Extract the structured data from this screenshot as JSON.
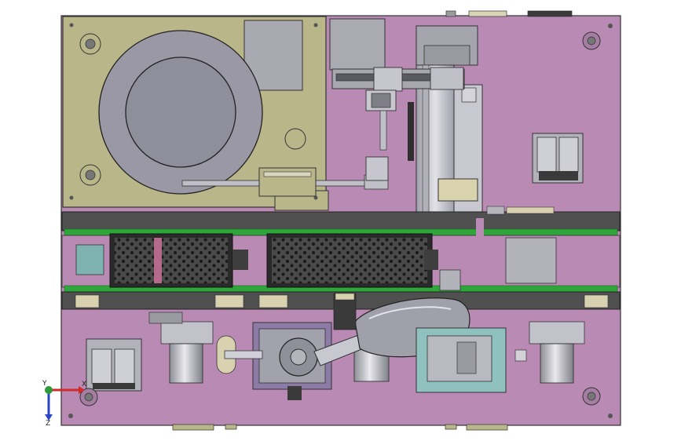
{
  "colors": {
    "background": "#ffffff",
    "plate": "#b98bb4",
    "plate_dark": "#9a6f98",
    "bowl_plate": "#b9b68a",
    "rail": "#3f3f3f",
    "rail_green": "#2fa63a",
    "steel": "#c9c9d1",
    "steel_dark": "#8e8e99",
    "tray_black": "#2a2a2a",
    "ruby": "#b46a8a",
    "teal": "#7fb3b1",
    "ivory": "#d8d2b0",
    "axis_x": "#d12a2a",
    "axis_y": "#2f9a3a",
    "axis_z": "#2a46c8"
  },
  "axes": {
    "x_label": "X",
    "y_label": "Y",
    "z_label": "Z"
  }
}
